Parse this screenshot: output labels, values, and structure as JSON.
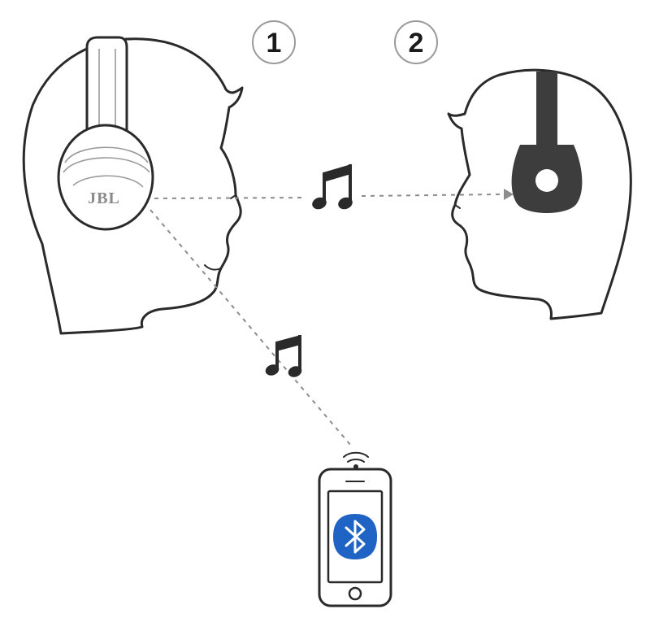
{
  "diagram": {
    "step_labels": [
      "1",
      "2"
    ],
    "brand_label": "JBL"
  },
  "colors": {
    "outline": "#2a2a2a",
    "headphone_dark": "#3d3d3d",
    "bluetooth_blue": "#1f63c4",
    "dash_gray": "#8c8c8c",
    "badge_border": "#9a9a9a"
  },
  "icons": [
    "music-note-icon",
    "bluetooth-icon",
    "wireless-signal-icon"
  ]
}
